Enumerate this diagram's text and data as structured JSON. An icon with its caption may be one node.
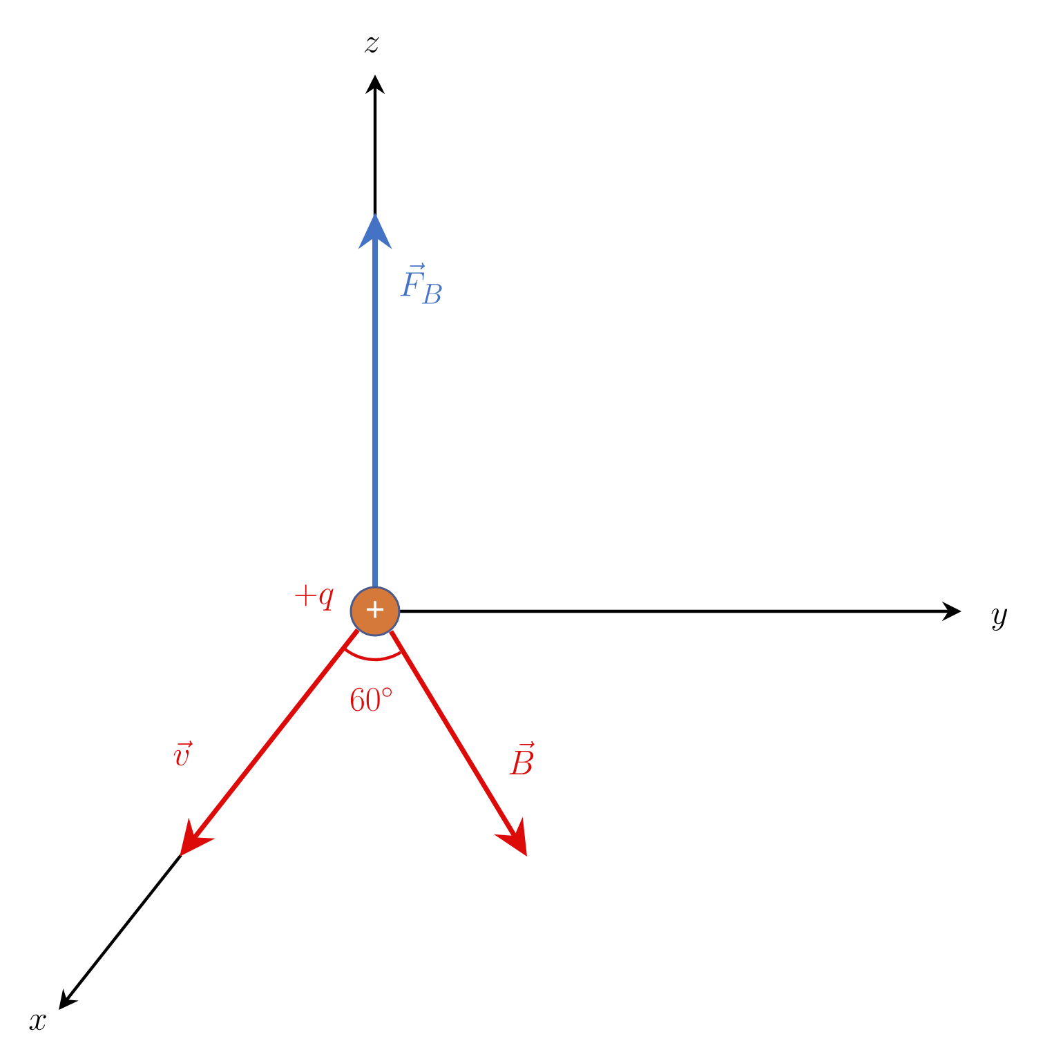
{
  "diagram": {
    "nodes": [
      {
        "text": [
          "+"
        ],
        "beside": [
          "+q"
        ]
      }
    ],
    "labels": [
      "z",
      "\\vec{F}_B",
      "y",
      "60^\\circ",
      "\\vec{v}",
      "\\vec{B}",
      "x"
    ]
  }
}
